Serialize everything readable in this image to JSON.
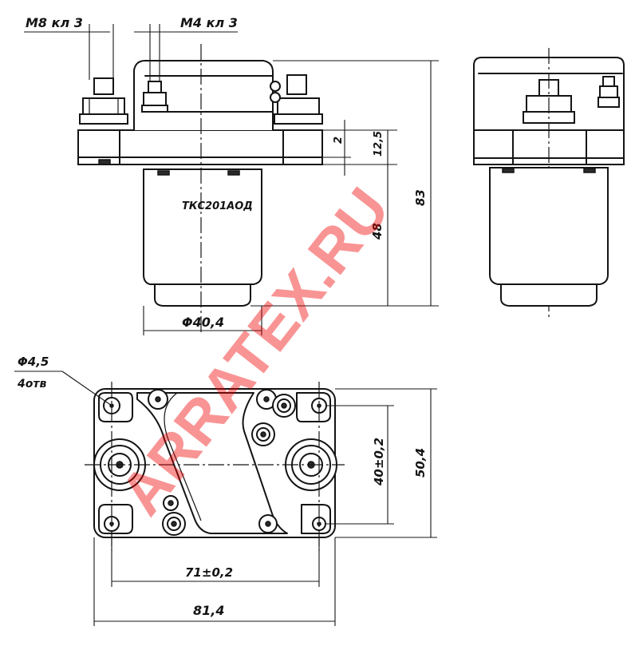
{
  "labels": {
    "thread_m8": "M8 кл 3",
    "thread_m4": "M4 кл 3",
    "model": "ТКС201АОД",
    "dim_2": "2",
    "dim_12_5": "12,5",
    "dim_48": "48",
    "dim_83": "83",
    "dim_diameter": "Φ40,4",
    "hole_dia": "Φ4,5",
    "hole_count": "4отв",
    "dim_40": "40±0,2",
    "dim_50_4": "50,4",
    "dim_71": "71±0,2",
    "dim_81_4": "81,4"
  },
  "watermark": {
    "text": "ARRATEX.RU",
    "color": "#f00000"
  }
}
